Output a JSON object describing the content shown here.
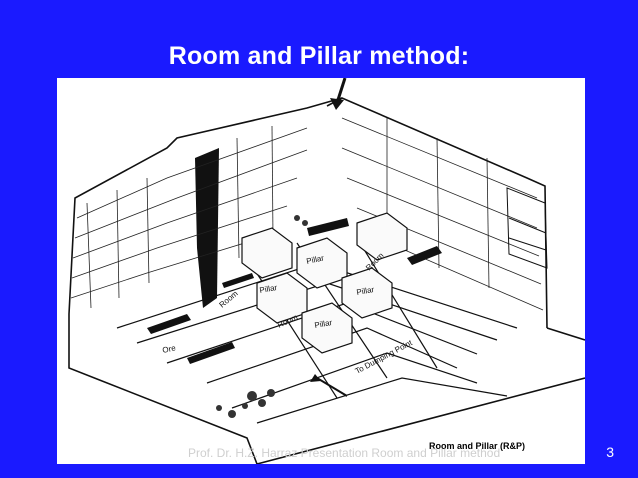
{
  "slide": {
    "title": "Room and Pillar method:",
    "footer": "Prof. Dr. H.Z. Harraz Presentation   Room and Pillar method",
    "page_number": "3"
  },
  "figure": {
    "labels": {
      "pillar_1": "Pillar",
      "pillar_2": "Pillar",
      "pillar_3": "Pillar",
      "pillar_4": "Pillar",
      "room_1": "Room",
      "room_2": "Room",
      "room_3": "Room",
      "ore": "Ore",
      "dumping": "To Dumping Point"
    },
    "caption": "Room and Pillar (R&P)"
  },
  "colors": {
    "background": "#1a1aff",
    "title": "#ffffff",
    "figure_bg": "#ffffff",
    "ink": "#111111"
  }
}
